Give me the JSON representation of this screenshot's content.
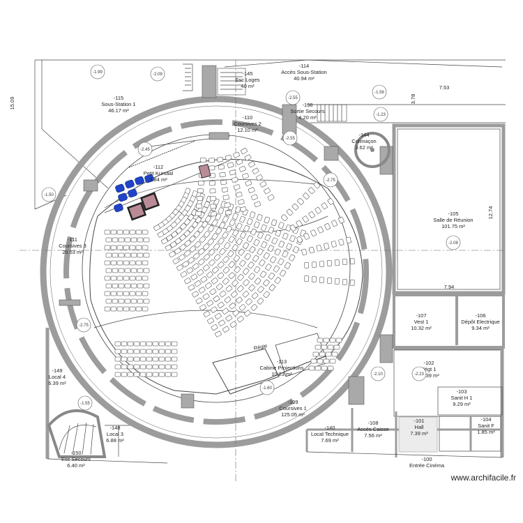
{
  "rooms": [
    {
      "id": "-114",
      "name": "Accès Sous-Station",
      "area": "40.94 m²"
    },
    {
      "id": "-145",
      "name": "Esc Loges",
      "area": "40 m²"
    },
    {
      "id": "-115",
      "name": "Sous-Station 1",
      "area": "46.17 m²"
    },
    {
      "id": "-110",
      "name": "Coursives 2",
      "area": "12.10 m²"
    },
    {
      "id": "-138",
      "name": "Sortie Secours",
      "area": "4.20 m²"
    },
    {
      "id": "-144",
      "name": "Colimaçon",
      "area": "3.62 m²"
    },
    {
      "id": "-112",
      "name": "Petit Kursaal",
      "area": "3.84 m²"
    },
    {
      "id": "-105",
      "name": "Salle de Réunion",
      "area": "101.75 m²"
    },
    {
      "id": "-111",
      "name": "Coursives 3",
      "area": "20.53 m²"
    },
    {
      "id": "-107",
      "name": "Vest 1",
      "area": "10.32 m²"
    },
    {
      "id": "-106",
      "name": "Dépôt Electrique",
      "area": "9.34 m²"
    },
    {
      "id": "-113",
      "name": "Cabine Projections",
      "area": "10.23 m²"
    },
    {
      "id": "-102",
      "name": "dégt 1",
      "area": "45.39 m²"
    },
    {
      "id": "-149",
      "name": "Local 4",
      "area": "6.39 m²"
    },
    {
      "id": "-103",
      "name": "Sanit H 1",
      "area": "9.29 m²"
    },
    {
      "id": "-109",
      "name": "Coursives 1",
      "area": "125.05 m²"
    },
    {
      "id": "-148",
      "name": "Local 3",
      "area": "6.88 m²"
    },
    {
      "id": "-140",
      "name": "Local Technique",
      "area": "7.69 m²"
    },
    {
      "id": "-108",
      "name": "Accès Caisse",
      "area": "7.56 m²"
    },
    {
      "id": "-101",
      "name": "Hall",
      "area": "7.39 m²"
    },
    {
      "id": "-104",
      "name": "Sanit F",
      "area": "1.85 m²"
    },
    {
      "id": "-150",
      "name": "Esc Secours",
      "area": "6.40 m²"
    },
    {
      "id": "-100",
      "name": "Entrée Cinéma",
      "area": ""
    }
  ],
  "levels": [
    "-1.99",
    "-2.09",
    "-2.55",
    "-1.56",
    "-1.23",
    "-2.45",
    "-2.55",
    "-2.75",
    "-1.50",
    "-2.08",
    "-2.75",
    "-1.60",
    "-2.10",
    "-2.23",
    "-1.55"
  ],
  "dimensions": [
    "7.53",
    "3.78",
    "12.74",
    "7.94",
    "15.09"
  ],
  "annotations": {
    "regie": "Régie"
  },
  "watermark": "www.archifacile.fr",
  "colors": {
    "chair_blue": "#1f44c8",
    "table_pink": "#b98b96",
    "wall": "#a9a9a9",
    "line": "#444444"
  }
}
